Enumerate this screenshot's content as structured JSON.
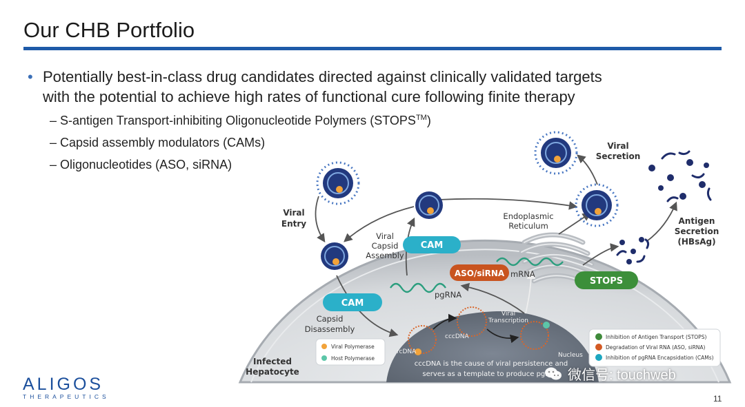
{
  "slide": {
    "title": "Our CHB Portfolio",
    "bullet_marker": "•",
    "bullet_line1": "Potentially best-in-class drug candidates directed against clinically validated targets",
    "bullet_line2": "with the potential to achieve high rates of functional cure following finite therapy",
    "subbullets": [
      {
        "text": "– S-antigen Transport-inhibiting Oligonucleotide Polymers (STOPS",
        "sup": "TM",
        "tail": ")"
      },
      {
        "text": "– Capsid assembly modulators (CAMs)"
      },
      {
        "text": "– Oligonucleotides (ASO, siRNA)"
      }
    ],
    "page_number": "11"
  },
  "logo": {
    "name": "ALIGOS",
    "subtitle": "THERAPEUTICS"
  },
  "watermark": {
    "text": "微信号: touchweb"
  },
  "diagram": {
    "labels": {
      "viral_entry_1": "Viral",
      "viral_entry_2": "Entry",
      "viral_capsid_assembly_1": "Viral",
      "viral_capsid_assembly_2": "Capsid",
      "viral_capsid_assembly_3": "Assembly",
      "capsid_disassembly_1": "Capsid",
      "capsid_disassembly_2": "Disassembly",
      "viral_secretion_1": "Viral",
      "viral_secretion_2": "Secretion",
      "antigen_secretion_1": "Antigen",
      "antigen_secretion_2": "Secretion",
      "antigen_secretion_3": "(HBsAg)",
      "er_1": "Endoplasmic",
      "er_2": "Reticulum",
      "mrna": "mRNA",
      "pgrna": "pgRNA",
      "viral_transcription_1": "Viral",
      "viral_transcription_2": "Transcription",
      "cccdna": "cccDNA",
      "rcdna": "rcDNA",
      "nucleus": "Nucleus",
      "infected_1": "Infected",
      "infected_2": "Hepatocyte",
      "caption_1": "cccDNA is the cause of viral persistence and",
      "caption_2": "serves as a template to produce pgRNA"
    },
    "pills": {
      "cam_top": "CAM",
      "cam_bottom": "CAM",
      "aso_sirna": "ASO/siRNA",
      "stops": "STOPS"
    },
    "polymerase_legend": [
      {
        "label": "Viral Polymerase",
        "color": "#f2a33a"
      },
      {
        "label": "Host Polymerase",
        "color": "#5cc6a8"
      }
    ],
    "mechanism_legend": [
      {
        "label": "Inhibition of Antigen Transport (STOPS)",
        "color": "#3f8a3a"
      },
      {
        "label": "Degradation of Viral RNA (ASO, siRNA)",
        "color": "#d35a24"
      },
      {
        "label": "Inhibition of pgRNA Encapsidation (CAMs)",
        "color": "#1ea7c0"
      }
    ],
    "colors": {
      "cam": "#2bb0c9",
      "aso": "#c9541f",
      "stops": "#3c8f3a",
      "virion_core": "#22397e",
      "virion_spikes": "#4a78c2",
      "cell": "#c9ccd0",
      "nucleus": "#6d7683",
      "brand_blue": "#1e5aa8"
    }
  }
}
